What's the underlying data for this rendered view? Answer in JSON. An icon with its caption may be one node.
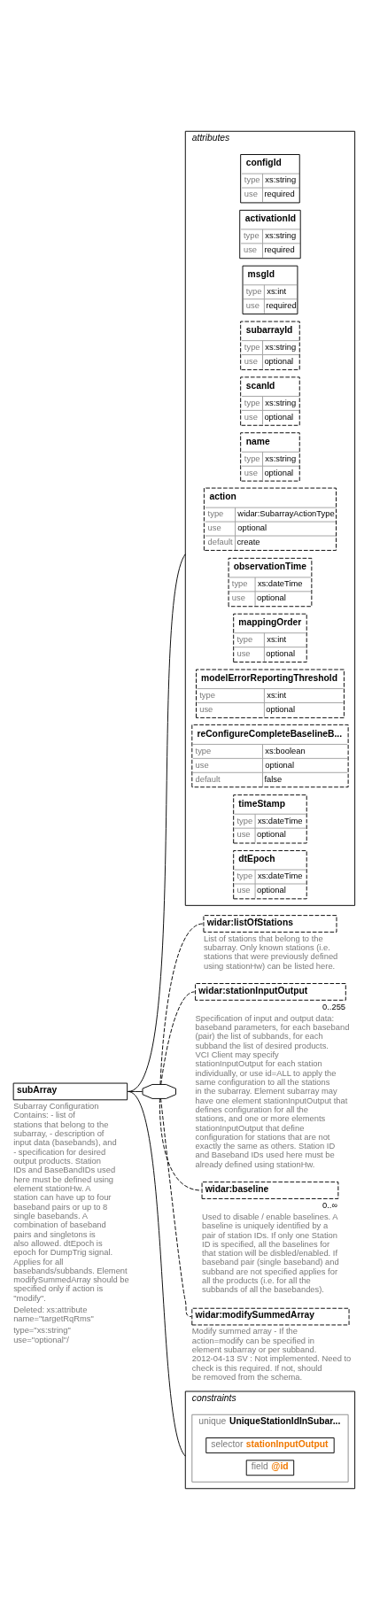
{
  "diagram": {
    "nodes": [
      {
        "text": [
          "subArray"
        ],
        "beside": [
          "Subarray Configuration Contains: - list of stations that belong to the subarray, - description of input data (basebands), and - specification for desired output products. Station IDs and BaseBandIDs used here must be defined using element stationHw. A station can have up to four baseband pairs or up to 8 single basebands. A combination of baseband pairs and singletons is also allowed. dtEpoch is epoch for DumpTrig signal. Applies for all basebands/subbands. Element modifySummedArray should be specified only if action is \"modify\".",
          "Deleted: xs:attribute name=\"targetRqRms\"",
          "type=\"xs:string\" use=\"optional\"/"
        ]
      },
      {
        "text": [
          "attributes"
        ]
      },
      {
        "text": [
          "configId",
          "type",
          "xs:string",
          "use",
          "required"
        ],
        "in": 1
      },
      {
        "text": [
          "activationId",
          "type",
          "xs:string",
          "use",
          "required"
        ],
        "in": 1
      },
      {
        "text": [
          "msgId",
          "type",
          "xs:int",
          "use",
          "required"
        ],
        "in": 1
      },
      {
        "text": [
          "subarrayId",
          "type",
          "xs:string",
          "use",
          "optional"
        ],
        "in": 1
      },
      {
        "text": [
          "scanId",
          "type",
          "xs:string",
          "use",
          "optional"
        ],
        "in": 1
      },
      {
        "text": [
          "name",
          "type",
          "xs:string",
          "use",
          "optional"
        ],
        "in": 1
      },
      {
        "text": [
          "action",
          "type",
          "widar:SubarrayActionType",
          "use",
          "optional",
          "default",
          "create"
        ],
        "in": 1
      },
      {
        "text": [
          "observationTime",
          "type",
          "xs:dateTime",
          "use",
          "optional"
        ],
        "in": 1
      },
      {
        "text": [
          "mappingOrder",
          "type",
          "xs:int",
          "use",
          "optional"
        ],
        "in": 1
      },
      {
        "text": [
          "modelErrorReportingThreshold",
          "type",
          "xs:int",
          "use",
          "optional"
        ],
        "in": 1
      },
      {
        "text": [
          "reConfigureCompleteBaselineB...",
          "type",
          "xs:boolean",
          "use",
          "optional",
          "default",
          "false"
        ],
        "in": 1
      },
      {
        "text": [
          "timeStamp",
          "type",
          "xs:dateTime",
          "use",
          "optional"
        ],
        "in": 1
      },
      {
        "text": [
          "dtEpoch",
          "type",
          "xs:dateTime",
          "use",
          "optional"
        ],
        "in": 1
      },
      {
        "text": [],
        "shape": "octagon"
      },
      {
        "text": [
          "widar:listOfStations"
        ],
        "beside": [
          "List of stations that belong to the subarray. Only known stations (i.e. stations that were previously defined using stationHw) can be listed here."
        ]
      },
      {
        "text": [
          "widar:stationInputOutput"
        ],
        "beside": [
          "0..255",
          "Specification of input and output data: baseband parameters, for each baseband (pair) the list of subbands, for each subband the list of desired products. VCI Client may specify stationInputOutput for each station individually, or use id=ALL to apply the same configuration to all the stations in the subarray. Element subarray may have one element stationInputOutput that defines configuration for all the stations, and one or more elements stationInputOutput that define configuration for stations that are not exactly the same as others. Station ID and Baseband IDs used here must be already defined using stationHw."
        ]
      },
      {
        "text": [
          "widar:baseline"
        ],
        "beside": [
          "0..∞",
          "Used to disable / enable baselines. A baseline is uniquely identified by a pair of station IDs. If only one Station ID is specified, all the baselines for that station will be disbled/enabled. If baseband pair (single baseband) and subband are not specified applies for all the products (i.e. for all the subbands of all the basebandes)."
        ]
      },
      {
        "text": [
          "widar:modifySummedArray"
        ],
        "beside": [
          "Modify summed array - If the action=modify can be specified in element subarray or per subband. 2012-04-13 SV : Not implemented. Need to check is this required. If not, should be removed from the schema."
        ]
      },
      {
        "text": [
          "constraints"
        ]
      },
      {
        "text": [
          "unique",
          "UniqueStationIdInSubar..."
        ],
        "in": 20
      },
      {
        "text": [
          "selector",
          "stationInputOutput"
        ],
        "in": 21
      },
      {
        "text": [
          "field",
          "@id"
        ],
        "in": 21
      }
    ],
    "edges": [
      {
        "from": 0,
        "to": 1,
        "arrow": "none"
      },
      {
        "from": 0,
        "to": 15,
        "arrow": "none"
      },
      {
        "from": 0,
        "to": 20,
        "arrow": "none"
      },
      {
        "from": 15,
        "to": 16,
        "arrow": "none",
        "style": "dashed"
      },
      {
        "from": 15,
        "to": 17,
        "arrow": "none",
        "style": "dashed"
      },
      {
        "from": 15,
        "to": 18,
        "arrow": "none",
        "style": "dashed"
      },
      {
        "from": 15,
        "to": 19,
        "arrow": "none",
        "style": "dashed"
      }
    ]
  }
}
